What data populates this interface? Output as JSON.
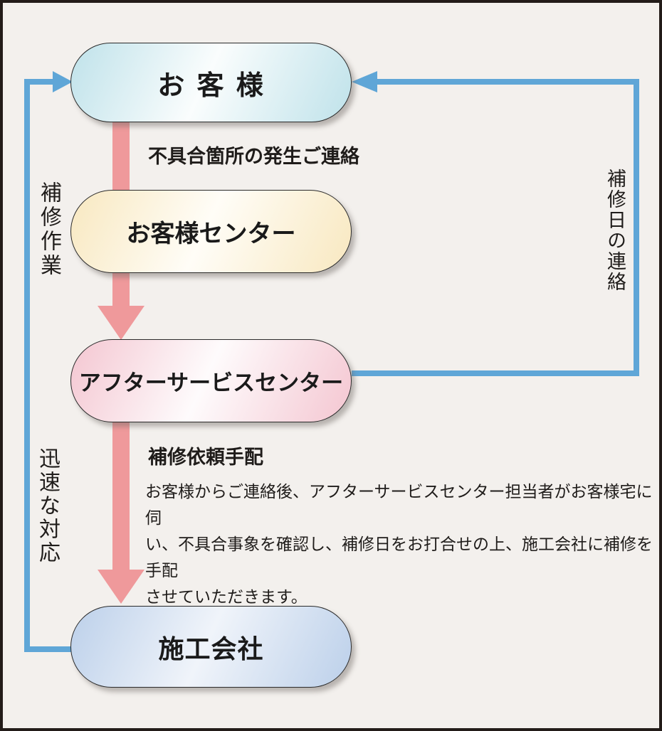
{
  "diagram": {
    "nodes": {
      "customer": {
        "label": "お 客 様",
        "fill": "#bfe2ea"
      },
      "customer_center": {
        "label": "お客様センター",
        "fill": "#f8e8c0"
      },
      "after_service_center": {
        "label": "アフターサービスセンター",
        "fill": "#f4c6d1"
      },
      "construction_company": {
        "label": "施工会社",
        "fill": "#bcd0ea"
      }
    },
    "edge_labels": {
      "report": "不具合箇所の発生ご連絡",
      "arrange": "補修依頼手配",
      "repair_date": "補修日の連絡",
      "repair_work": "補修作業",
      "quick_response": "迅速な対応"
    },
    "description": {
      "lines": [
        "お客様からご連絡後、アフターサービスセンター担当者がお客様宅に伺",
        "い、不具合事象を確認し、補修日をお打合せの上、施工会社に補修を手配",
        "させていただきます。"
      ]
    }
  },
  "colors": {
    "background": "#f3f0ed",
    "frame-border": "#231c19",
    "arrow-pink": "#ef999b",
    "line-blue": "#5fa6d7",
    "pill-cyan": "#bfe2ea",
    "pill-yellow": "#f8e8c0",
    "pill-pink": "#f4c6d1",
    "pill-blue": "#bcd0ea",
    "text": "#1f1c1a"
  }
}
